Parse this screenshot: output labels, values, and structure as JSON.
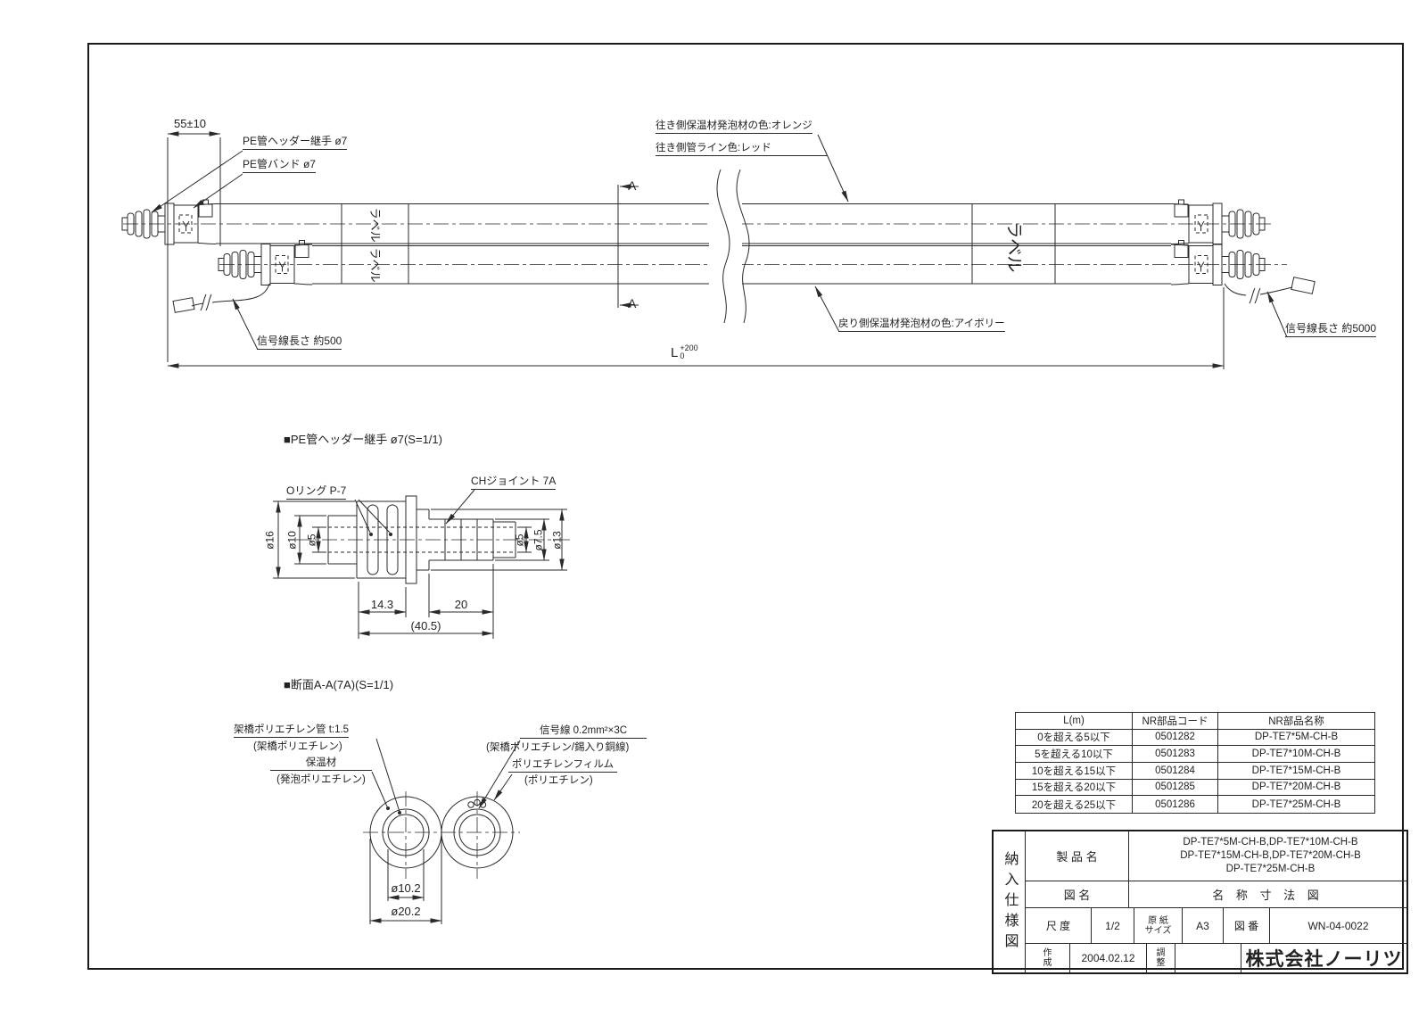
{
  "colors": {
    "line": "#2a2a2a",
    "background": "#ffffff"
  },
  "drawing": {
    "assembly": {
      "dim_55": "55±10",
      "dim_L": "L",
      "dim_L_tol_upper": "+200",
      "dim_L_tol_lower": "0",
      "label_pe_joint": "PE管ヘッダー継手 ø7",
      "label_pe_band": "PE管バンド ø7",
      "label_out_insulation": "往き側保温材発泡材の色:オレンジ",
      "label_out_line": "往き側管ライン色:レッド",
      "label_return_insulation": "戻り側保温材発泡材の色:アイボリー",
      "label_signal_left": "信号線長さ 約500",
      "label_signal_right": "信号線長さ 約5000",
      "section_mark": "A",
      "pipe_label": "ラベル"
    },
    "joint_detail": {
      "title": "■PE管ヘッダー継手 ø7(S=1/1)",
      "label_oring": "Oリング P-7",
      "label_ch_joint": "CHジョイント 7A",
      "dia_16": "ø16",
      "dia_10": "ø10",
      "dia_5_left": "ø5",
      "dia_5_right": "ø5",
      "dia_7_5": "ø7.5",
      "dia_13": "ø13",
      "dim_14_3": "14.3",
      "dim_20": "20",
      "dim_40_5": "(40.5)"
    },
    "section_detail": {
      "title": "■断面A-A(7A)(S=1/1)",
      "label_pipe": "架橋ポリエチレン管 t:1.5",
      "label_pipe_sub": "(架橋ポリエチレン)",
      "label_insulation": "保温材",
      "label_insulation_sub": "(発泡ポリエチレン)",
      "label_signal": "信号線 0.2mm²×3C",
      "label_signal_sub": "(架橋ポリエチレン/錫入り銅線)",
      "label_film": "ポリエチレンフィルム",
      "label_film_sub": "(ポリエチレン)",
      "dia_10_2": "ø10.2",
      "dia_20_2": "ø20.2"
    }
  },
  "parts_table": {
    "headers": [
      "L(m)",
      "NR部品コード",
      "NR部品名称"
    ],
    "rows": [
      [
        "0を超える5以下",
        "0501282",
        "DP-TE7*5M-CH-B"
      ],
      [
        "5を超える10以下",
        "0501283",
        "DP-TE7*10M-CH-B"
      ],
      [
        "10を超える15以下",
        "0501284",
        "DP-TE7*15M-CH-B"
      ],
      [
        "15を超える20以下",
        "0501285",
        "DP-TE7*20M-CH-B"
      ],
      [
        "20を超える25以下",
        "0501286",
        "DP-TE7*25M-CH-B"
      ]
    ]
  },
  "title_block": {
    "doc_type_vertical": "納入仕様図",
    "product_label": "製 品 名",
    "product_lines": [
      "DP-TE7*5M-CH-B,DP-TE7*10M-CH-B",
      "DP-TE7*15M-CH-B,DP-TE7*20M-CH-B",
      "DP-TE7*25M-CH-B"
    ],
    "drawing_name_label": "図  名",
    "drawing_name": "名 称 寸 法 図",
    "scale_label": "尺 度",
    "scale_value": "1/2",
    "paper_label_1": "原 紙",
    "paper_label_2": "サイズ",
    "paper_value": "A3",
    "number_label": "図 番",
    "number_value": "WN-04-0022",
    "created_label_1": "作",
    "created_label_2": "成",
    "created_value": "2004.02.12",
    "adjust_label_1": "調",
    "adjust_label_2": "整",
    "company": "株式会社ノーリツ"
  }
}
